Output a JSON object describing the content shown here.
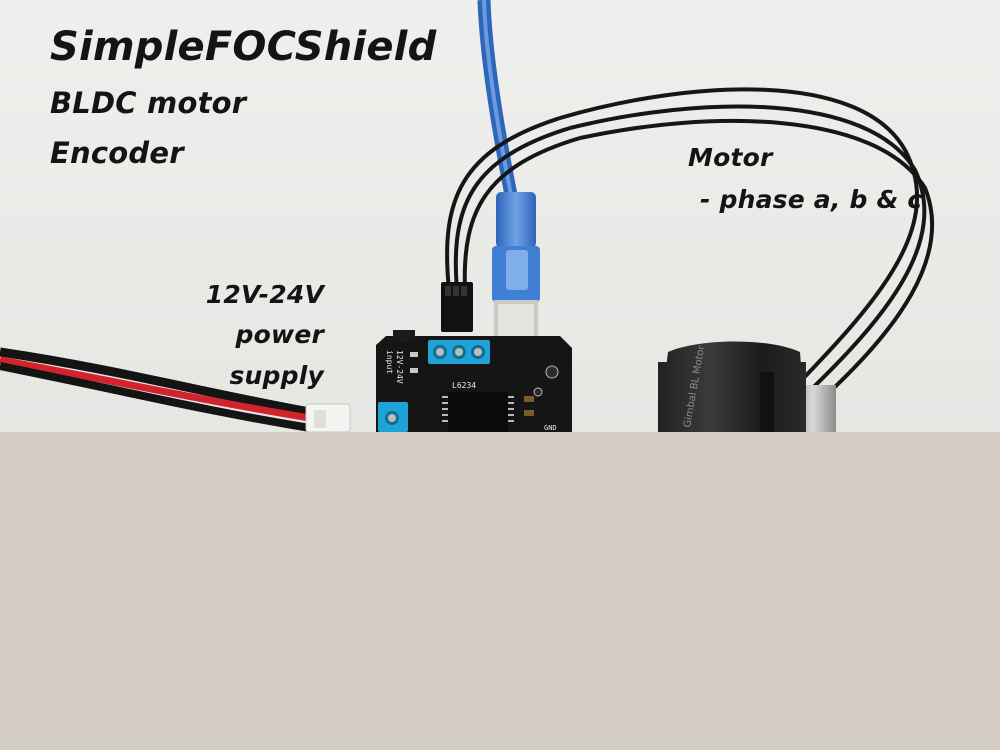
{
  "labels": {
    "title": "SimpleFOCShield",
    "line2": "BLDC motor",
    "line3": "Encoder",
    "power_1": "12V-24V",
    "power_2": "power",
    "power_3": "supply",
    "motor_1": "Motor",
    "motor_2": "- phase a, b & c"
  },
  "board_text": {
    "input_label": "input",
    "voltage_label": "12V-24V",
    "driver_chip": "L6234",
    "gnd": "GND",
    "motor_brand": "Gimbal BL Motor"
  },
  "colors": {
    "background": "#ececea",
    "lower_panel": "#d4cdc4",
    "board": "#141414",
    "terminal": "#1fa3d6",
    "usb_cable": "#3f7fd4",
    "power_red": "#d2232a",
    "wire_black": "#161616",
    "label_text": "#141414"
  }
}
